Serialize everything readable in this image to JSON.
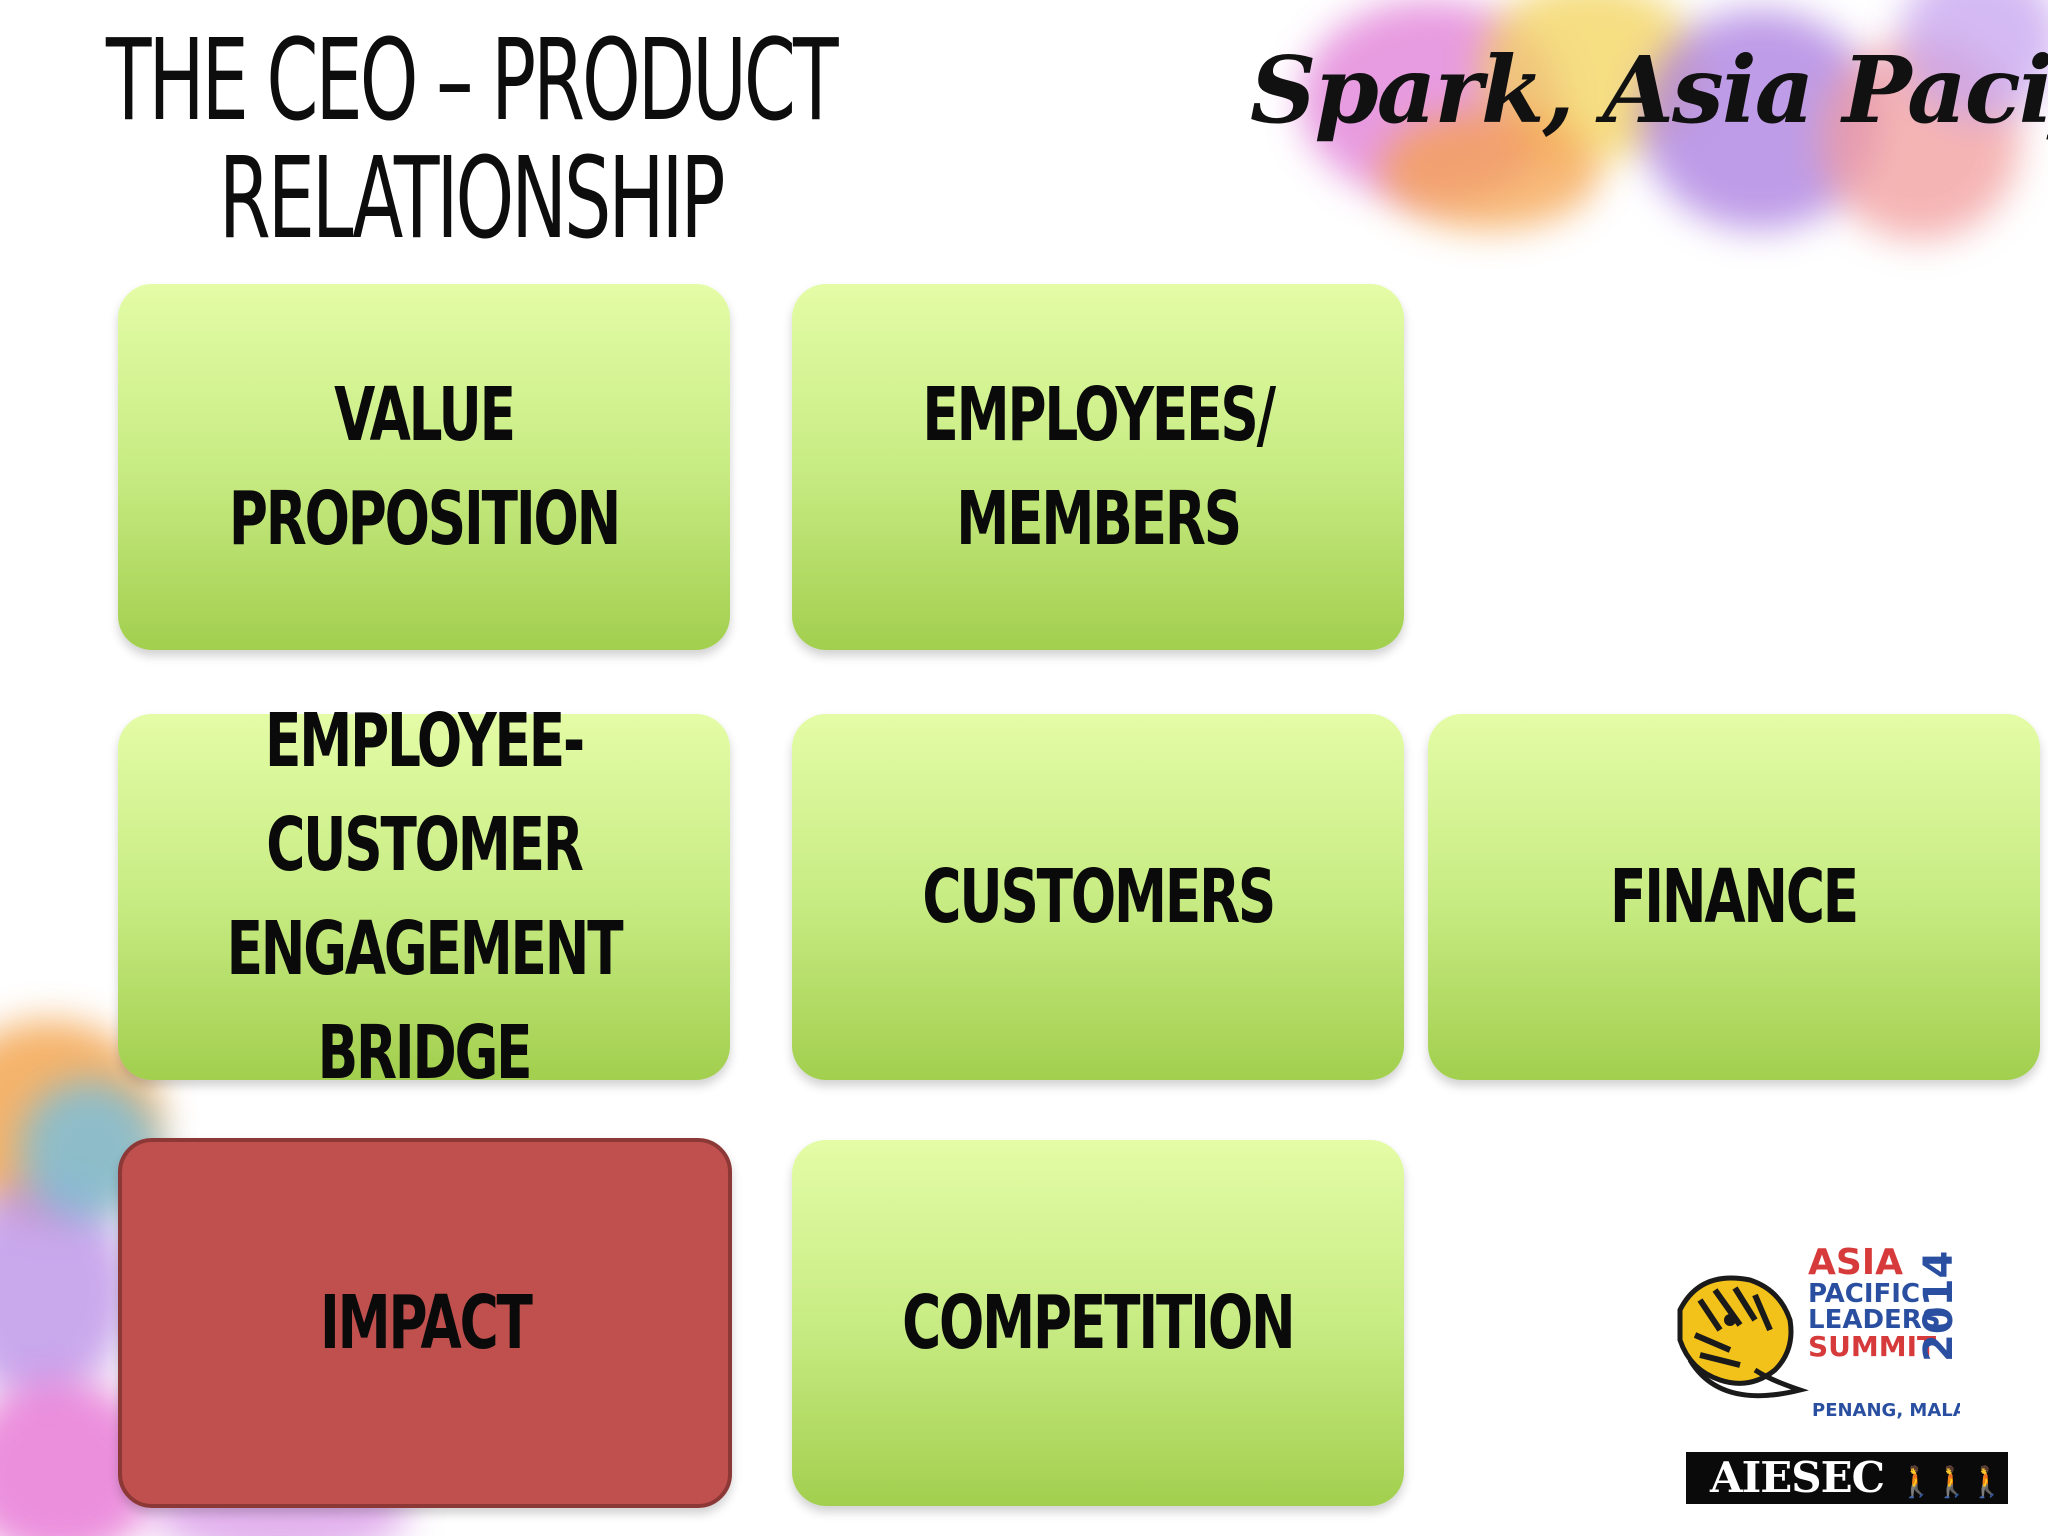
{
  "title": {
    "line1": "THE CEO – PRODUCT",
    "line2": "RELATIONSHIP"
  },
  "tagline": "Spark, Asia Pacific!",
  "boxes": [
    {
      "label": "VALUE PROPOSITION",
      "color": "#c8ec84"
    },
    {
      "label": "EMPLOYEES/\nMEMBERS",
      "color": "#c8ec84"
    },
    {
      "label": "EMPLOYEE-\nCUSTOMER\nENGAGEMENT BRIDGE",
      "color": "#c8ec84"
    },
    {
      "label": "CUSTOMERS",
      "color": "#c8ec84"
    },
    {
      "label": "FINANCE",
      "color": "#c8ec84"
    },
    {
      "label": "IMPACT",
      "color": "#c0504d"
    },
    {
      "label": "COMPETITION",
      "color": "#c8ec84"
    }
  ],
  "logo": {
    "asia": "ASIA",
    "pacific": "PACIFIC",
    "leaders": "LEADERS",
    "summit": "SUMMIT",
    "year": "2014",
    "location": "PENANG, MALAYSIA",
    "org": "AIESEC"
  }
}
